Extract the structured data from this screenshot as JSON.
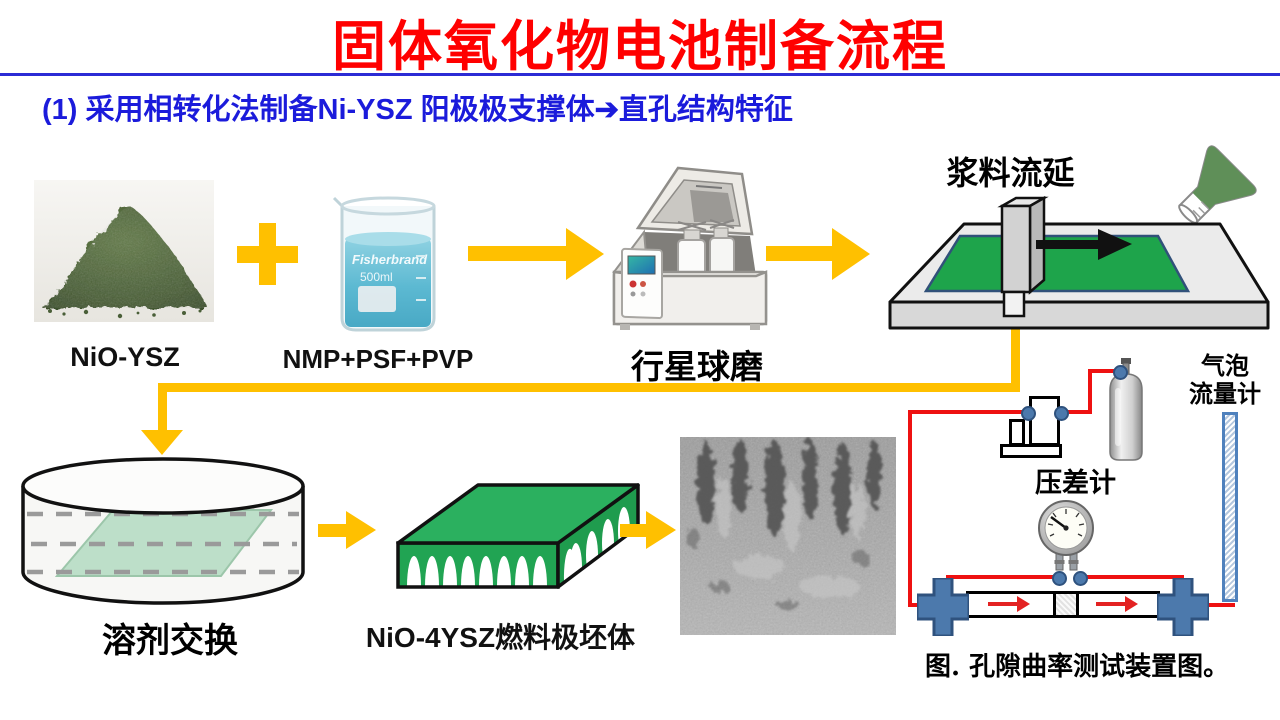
{
  "slide": {
    "title": "固体氧化物电池制备流程",
    "subtitle": "(1) 采用相转化法制备Ni-YSZ 阳极极支撑体➔直孔结构特征"
  },
  "steps": {
    "powder_label": "NiO-YSZ",
    "solvent_label": "NMP+PSF+PVP",
    "mill_label": "行星球磨",
    "casting_label": "浆料流延",
    "exchange_label": "溶剂交换",
    "greenbody_label": "NiO-4YSZ燃料极坯体"
  },
  "beaker": {
    "brand": "Fisherbrand",
    "volume": "500ml"
  },
  "rig": {
    "flowmeter_label_line1": "气泡",
    "flowmeter_label_line2": "流量计",
    "gauge_label": "压差计",
    "caption": "图. 孔隙曲率测试装置图。"
  },
  "colors": {
    "title_red": "#FF0000",
    "subtitle_blue": "#1B1BDB",
    "accent_gold": "#FFC000",
    "pipe_red": "#EE1111",
    "connector_blue": "#4C79AC",
    "slurry_green": "#1EA44B"
  }
}
